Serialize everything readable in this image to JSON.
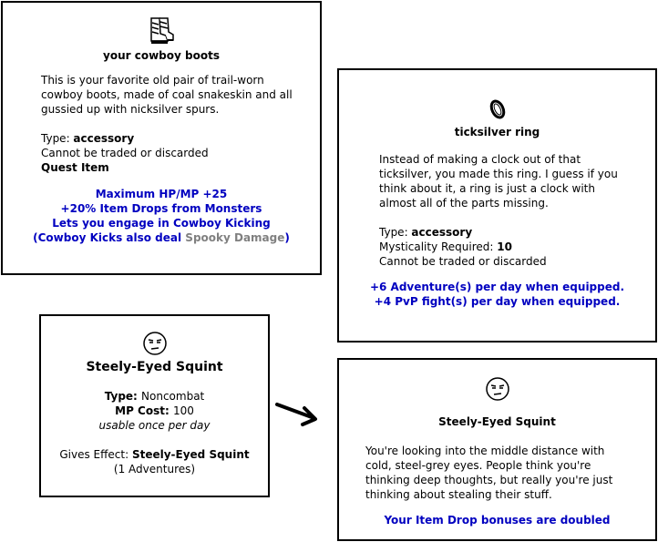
{
  "boots": {
    "icon": "cowboy-boots-icon",
    "title": "your cowboy boots",
    "description": "This is your favorite old pair of trail-worn cowboy boots, made of coal snakeskin and all gussied up with nicksilver spurs.",
    "type_label": "Type: ",
    "type_value": "accessory",
    "trade_note": "Cannot be traded or discarded",
    "quest_item": "Quest Item",
    "effects": [
      "Maximum HP/MP +25",
      "+20% Item Drops from Monsters",
      "Lets you engage in Cowboy Kicking"
    ],
    "last_effect_prefix": "(Cowboy Kicks also deal ",
    "last_effect_gray": "Spooky Damage",
    "last_effect_suffix": ")"
  },
  "ring": {
    "icon": "ring-icon",
    "title": "ticksilver ring",
    "description": "Instead of making a clock out of that ticksilver, you made this ring. I guess if you think about it, a ring is just a clock with almost all of the parts missing.",
    "type_label": "Type: ",
    "type_value": "accessory",
    "req_label": "Mysticality Required: ",
    "req_value": "10",
    "trade_note": "Cannot be traded or discarded",
    "effects": [
      "+6 Adventure(s) per day when equipped.",
      "+4 PvP fight(s) per day when equipped."
    ]
  },
  "skill": {
    "icon": "squint-face-icon",
    "title": "Steely-Eyed Squint",
    "type_label": "Type: ",
    "type_value": "Noncombat",
    "mp_label": "MP Cost: ",
    "mp_value": "100",
    "usage_note": "usable once per day",
    "gives_label": "Gives Effect: ",
    "gives_value": "Steely-Eyed Squint",
    "duration": "(1 Adventures)"
  },
  "effect": {
    "icon": "squint-face-icon",
    "title": "Steely-Eyed Squint",
    "description": "You're looking into the middle distance with cold, steel-grey eyes. People think you're thinking deep thoughts, but really you're just thinking about stealing their stuff.",
    "bonus": "Your Item Drop bonuses are doubled"
  },
  "arrow": {
    "icon": "arrow-right-icon"
  }
}
